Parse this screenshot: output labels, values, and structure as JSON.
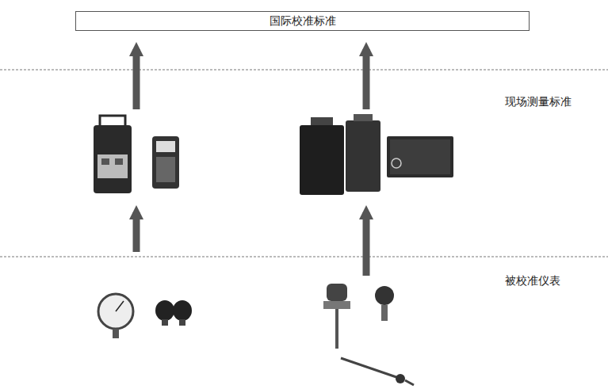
{
  "diagram": {
    "nodes": [
      {
        "text": [
          "国际校准标准"
        ]
      }
    ],
    "labels": [
      "现场测量标准",
      "被校准仪表"
    ]
  }
}
